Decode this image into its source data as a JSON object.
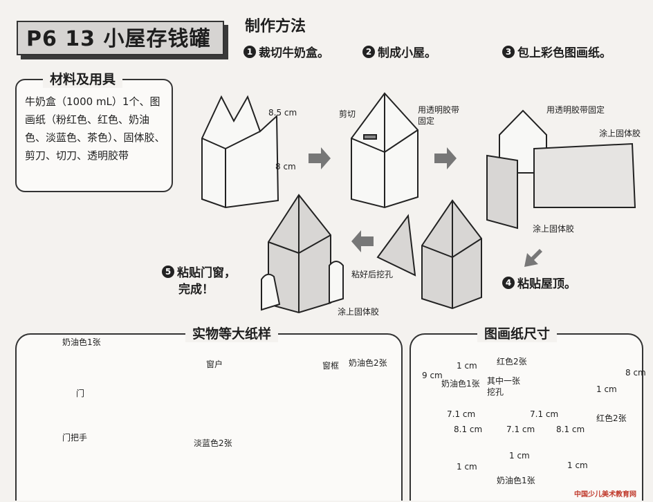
{
  "header": {
    "title": "P6 13 小屋存钱罐",
    "method_label": "制作方法"
  },
  "steps": [
    {
      "num": "1",
      "text": "裁切牛奶盒。"
    },
    {
      "num": "2",
      "text": "制成小屋。"
    },
    {
      "num": "3",
      "text": "包上彩色图画纸。"
    },
    {
      "num": "4",
      "text": "粘贴屋顶。"
    },
    {
      "num": "5",
      "text": "粘贴门窗，",
      "text2": "完成！"
    }
  ],
  "materials": {
    "heading": "材料及用具",
    "text": "牛奶盒（1000 mL）1个、图画纸（粉红色、红色、奶油色、淡蓝色、茶色）、固体胶、剪刀、切刀、透明胶带"
  },
  "step_labels": {
    "dim_85": "8.5 cm",
    "dim_8": "8 cm",
    "cut": "剪切",
    "tape_fix": "用透明胶带",
    "tape_fix2": "固定",
    "tape_fix3": "用透明胶带固定",
    "glue1": "涂上固体胶",
    "glue2": "涂上固体胶",
    "glue3": "涂上固体胶",
    "hole_after": "粘好后挖孔"
  },
  "template_section": {
    "heading": "实物等大纸样",
    "door_color": "奶油色1张",
    "door": "门",
    "door_handle": "门把手",
    "window": "窗户",
    "window_color": "淡蓝色2张",
    "frame": "窗框",
    "frame_color": "奶油色2张"
  },
  "size_section": {
    "heading": "图画纸尺寸",
    "rect_h": "9 cm",
    "rect_1cm": "1 cm",
    "rect_color": "奶油色1张",
    "rect_w": "7.1 cm",
    "tri_color": "红色2张",
    "tri_note1": "其中一张",
    "tri_note2": "挖孔",
    "tri_w": "7.1 cm",
    "tri2_h": "8 cm",
    "tri2_1cm": "1 cm",
    "tri2_color": "红色2张",
    "strip_w1": "8.1 cm",
    "strip_w2": "7.1 cm",
    "strip_w3": "8.1 cm",
    "strip_1cm_a": "1 cm",
    "strip_1cm_b": "1 cm",
    "strip_1cm_c": "1 cm",
    "strip_color": "奶油色1张"
  },
  "watermark": "中国少儿美术教育网"
}
